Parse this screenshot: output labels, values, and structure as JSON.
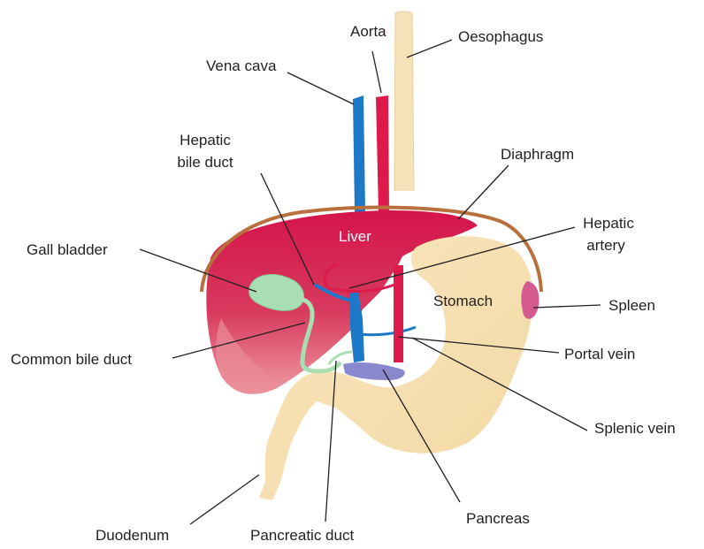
{
  "labels": {
    "aorta": "Aorta",
    "oesophagus": "Oesophagus",
    "vena_cava": "Vena cava",
    "hepatic_bile_duct_line1": "Hepatic",
    "hepatic_bile_duct_line2": "bile duct",
    "diaphragm": "Diaphragm",
    "liver": "Liver",
    "hepatic_artery_line1": "Hepatic",
    "hepatic_artery_line2": "artery",
    "gall_bladder": "Gall bladder",
    "stomach": "Stomach",
    "spleen": "Spleen",
    "common_bile_duct": "Common bile duct",
    "portal_vein": "Portal vein",
    "splenic_vein": "Splenic vein",
    "pancreas": "Pancreas",
    "duodenum": "Duodenum",
    "pancreatic_duct": "Pancreatic duct"
  },
  "colors": {
    "liver": "#d4144a",
    "liver_shade": "#e87a86",
    "stomach": "#f8e2b4",
    "diaphragm": "#b8703e",
    "vena_cava": "#1e78c8",
    "aorta": "#dd1a4a",
    "gall_bladder": "#a9ddb2",
    "pancreas": "#8a88cc",
    "spleen": "#d45a90"
  }
}
